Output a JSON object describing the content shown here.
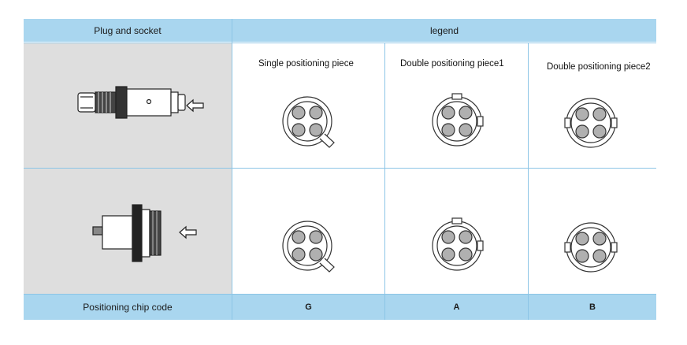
{
  "header": {
    "plug_socket": "Plug and socket",
    "legend": "legend"
  },
  "columns": [
    {
      "title": "Single positioning piece",
      "code": "G"
    },
    {
      "title": "Double positioning piece1",
      "code": "A"
    },
    {
      "title": "Double positioning piece2",
      "code": "B"
    }
  ],
  "footer": {
    "label": "Positioning chip code"
  },
  "colors": {
    "header_bg": "#a9d6ef",
    "grid_line": "#8cc5e6",
    "gray_cell": "#dedede"
  },
  "icons": {
    "plug": "plug-connector-icon",
    "socket": "socket-connector-icon",
    "arrow": "arrow-left-icon"
  }
}
